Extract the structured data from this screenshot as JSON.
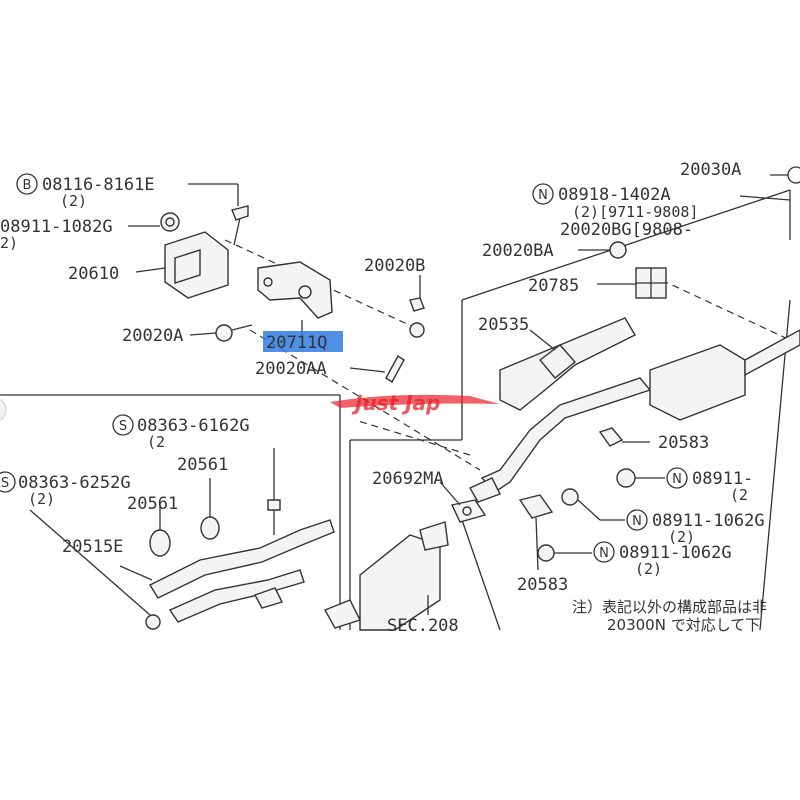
{
  "labels": {
    "l_bolt_top": "08116-8161E",
    "l_bolt_top_qty": "(2)",
    "l_nut_left": "08911-1082G",
    "l_nut_left_qty": "2)",
    "l_20610": "20610",
    "l_20020A": "20020A",
    "l_20711Q": "20711Q",
    "l_20020B": "20020B",
    "l_20020AA": "20020AA",
    "l_20030A": "20030A",
    "l_08918": "08918-1402A",
    "l_08918_qty": "(2)[9711-9808]",
    "l_20020BG": "20020BG[9808-",
    "l_20020BA": "20020BA",
    "l_20785": "20785",
    "l_20535": "20535",
    "l_20583a": "20583",
    "l_08911a": "08911-",
    "l_08911a_qty": "(2",
    "l_08911b": "08911-1062G",
    "l_08911b_qty": "(2)",
    "l_08911c": "08911-1062G",
    "l_08911c_qty": "(2)",
    "l_20583b": "20583",
    "l_20692MA": "20692MA",
    "l_08363a": "08363-6162G",
    "l_08363a_qty": "(2",
    "l_08363b": "08363-6252G",
    "l_08363b_qty": "(2)",
    "l_20561a": "20561",
    "l_20561b": "20561",
    "l_20515E": "20515E",
    "l_sec208": "SEC.208",
    "note1": "注）表記以外の構成部品は非",
    "note2": "20300N で対応して下",
    "watermark": "Just Jap"
  },
  "badges": {
    "B": "B",
    "N": "N",
    "S": "S"
  },
  "colors": {
    "highlight": "#2f7de1",
    "watermark": "#e8202a",
    "line": "#333333"
  }
}
